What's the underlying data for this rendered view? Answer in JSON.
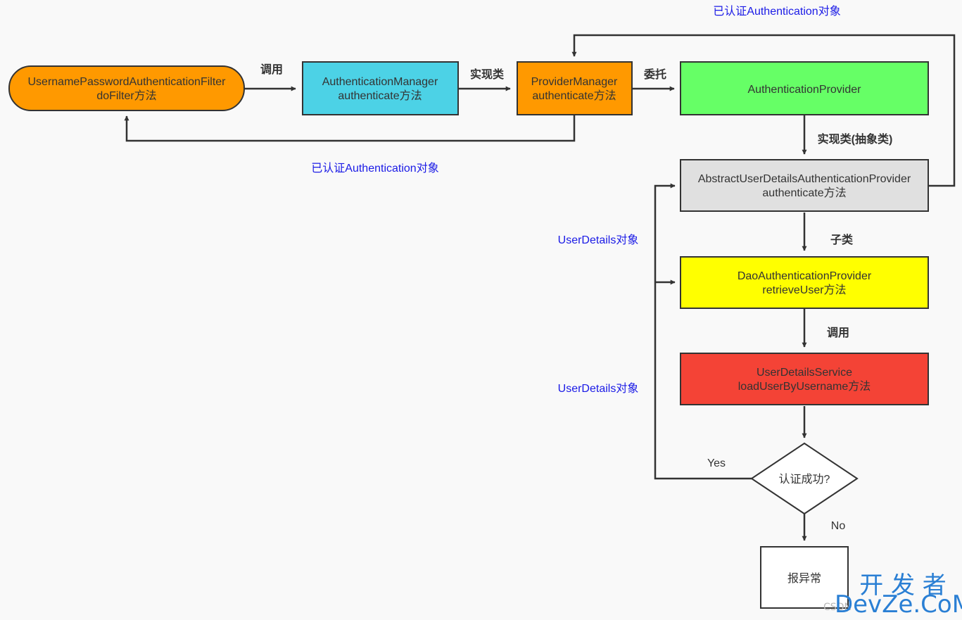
{
  "nodes": {
    "filter": {
      "line1": "UsernamePasswordAuthenticationFilter",
      "line2": "doFilter方法",
      "color": "#ff9900"
    },
    "manager": {
      "line1": "AuthenticationManager",
      "line2": "authenticate方法",
      "color": "#4cd2e6"
    },
    "provider_manager": {
      "line1": "ProviderManager",
      "line2": "authenticate方法",
      "color": "#ff9900"
    },
    "auth_provider": {
      "line1": "AuthenticationProvider",
      "color": "#66ff66"
    },
    "abstract_provider": {
      "line1": "AbstractUserDetailsAuthenticationProvider",
      "line2": "authenticate方法",
      "color": "#e0e0e0"
    },
    "dao_provider": {
      "line1": "DaoAuthenticationProvider",
      "line2": "retrieveUser方法",
      "color": "#ffff00"
    },
    "user_details_service": {
      "line1": "UserDetailsService",
      "line2": "loadUserByUsername方法",
      "color": "#f44336"
    },
    "decision": {
      "text": "认证成功?"
    },
    "exception": {
      "text": "报异常",
      "color": "#ffffff"
    }
  },
  "edges": {
    "filter_to_manager": "调用",
    "manager_to_provider_manager": "实现类",
    "provider_manager_to_auth_provider": "委托",
    "auth_provider_to_abstract": "实现类(抽象类)",
    "abstract_to_dao": "子类",
    "dao_to_service": "调用",
    "decision_yes": "Yes",
    "decision_no": "No"
  },
  "notes": {
    "top_return": "已认证Authentication对象",
    "middle_return": "已认证Authentication对象",
    "user_details_upper": "UserDetails对象",
    "user_details_lower": "UserDetails对象"
  },
  "watermark": {
    "line1": "开 发 者",
    "line2": "DevZe.CoM",
    "prefix": "CSDN"
  },
  "colors": {
    "stroke": "#333333",
    "note_text": "#1a1ae6",
    "watermark": "#2a7fd4",
    "background": "#f9f9f9"
  }
}
